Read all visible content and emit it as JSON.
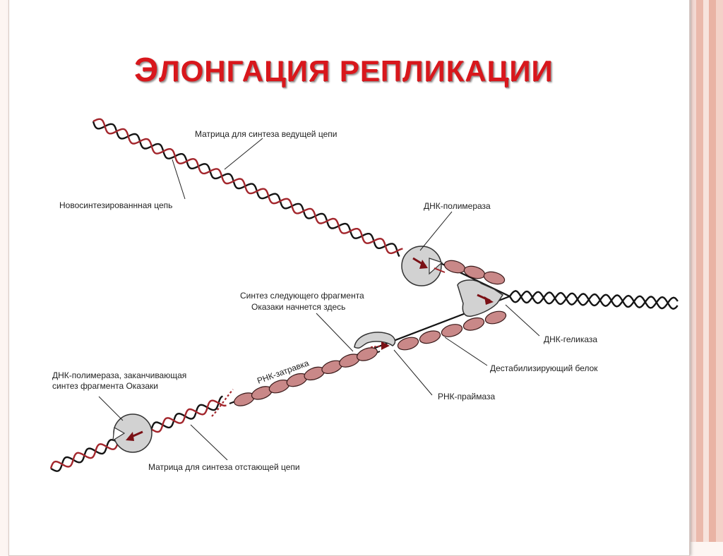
{
  "slide": {
    "title_first": "Э",
    "title_rest": "ЛОНГАЦИЯ РЕПЛИКАЦИИ",
    "colors": {
      "title": "#d8171c",
      "strand_red": "#a3262c",
      "strand_black": "#141414",
      "ssb_fill": "#c98888",
      "enzyme_fill": "#d2d2d2",
      "arrow": "#7a1015",
      "border_stripes": [
        "#f3d9d2",
        "#eab9ab",
        "#f7e3dc",
        "#e9b3a4",
        "#f3d2c8"
      ]
    }
  },
  "labels": {
    "leading_template": "Матрица для синтеза ведущей цепи",
    "new_strand": "Новосинтезированнная цепь",
    "dna_polymerase": "ДНК-полимераза",
    "okazaki_line1": "Синтез следующего фрагмента",
    "okazaki_line2": "Оказаки начнется здесь",
    "helicase": "ДНК-геликаза",
    "ssb": "Дестабилизирующий белок",
    "rna_primer": "РНК-затравка",
    "primase": "РНК-праймаза",
    "pol_finishing_line1": "ДНК-полимераза, заканчивающая",
    "pol_finishing_line2": "синтез фрагмента Оказаки",
    "lagging_template": "Матрица для синтеза отстающей цепи"
  }
}
